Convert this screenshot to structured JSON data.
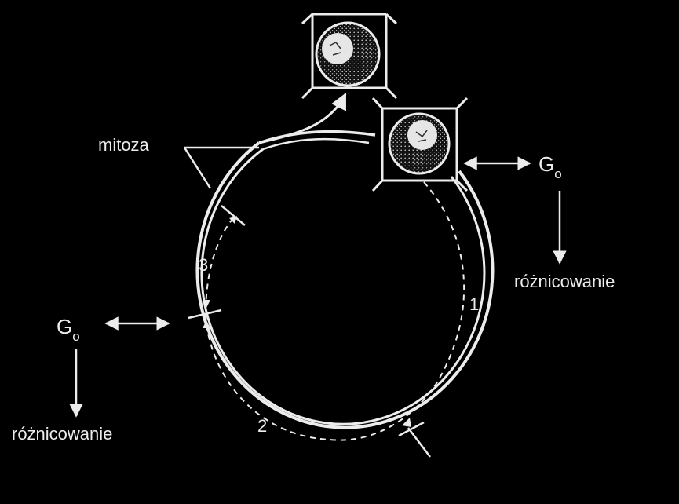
{
  "labels": {
    "mitoza": "mitoza",
    "go_right": "G",
    "go_right_sub": "o",
    "go_left": "G",
    "go_left_sub": "o",
    "roznicowanie_right": "różnicowanie",
    "roznicowanie_left": "różnicowanie",
    "phase_1": "1",
    "phase_2": "2",
    "phase_3": "3"
  },
  "colors": {
    "background": "#000000",
    "line": "#ececec"
  }
}
